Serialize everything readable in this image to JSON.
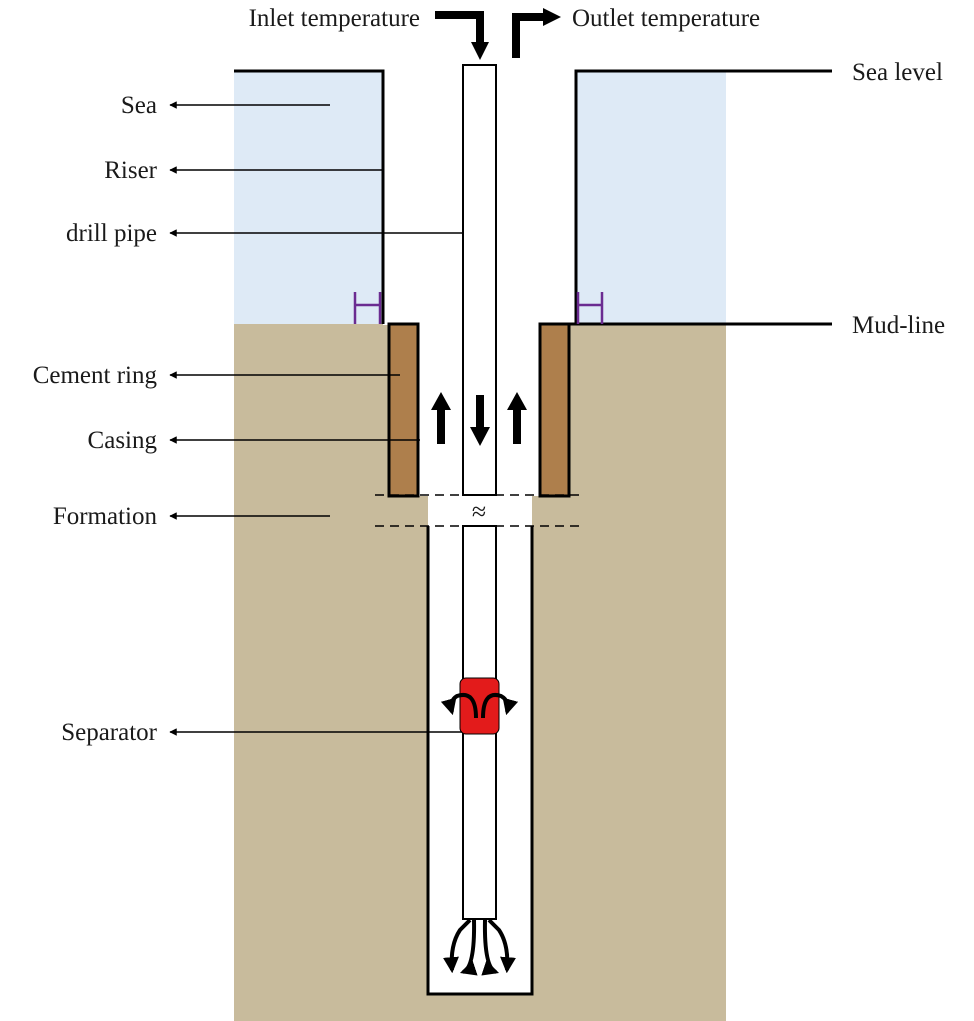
{
  "labels": {
    "inlet_temperature": "Inlet temperature",
    "outlet_temperature": "Outlet temperature",
    "sea_level": "Sea level",
    "sea": "Sea",
    "riser": "Riser",
    "drill_pipe": "drill pipe",
    "mud_line": "Mud-line",
    "cement_ring": "Cement ring",
    "casing": "Casing",
    "formation": "Formation",
    "separator": "Separator",
    "break_symbol": "≈"
  },
  "colors": {
    "sea": "#deeaf6",
    "formation": "#c8bb9c",
    "cement": "#ae7f4c",
    "separator": "#e31b1b",
    "flange": "#6b2c91",
    "line": "#000000"
  }
}
